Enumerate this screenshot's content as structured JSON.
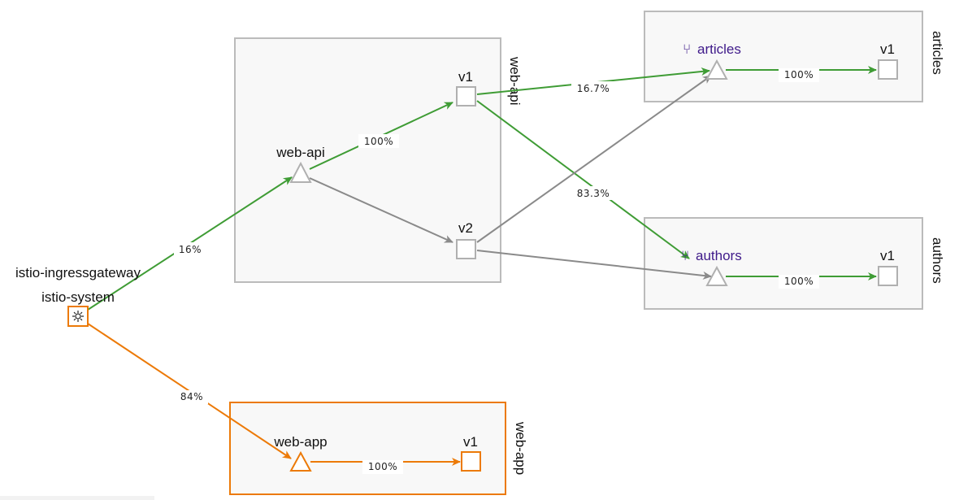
{
  "colors": {
    "healthy_edge": "#3f9c35",
    "idle_edge": "#8a8a8a",
    "warning": "#ec7a08",
    "box_border": "#bbbbbb",
    "box_fill": "#f8f8f8",
    "service_label": "#3f1a8a",
    "node_border": "#b0b0b0"
  },
  "namespaces": [
    {
      "id": "web-api",
      "label": "web-api"
    },
    {
      "id": "articles",
      "label": "articles"
    },
    {
      "id": "authors",
      "label": "authors"
    },
    {
      "id": "web-app",
      "label": "web-app"
    }
  ],
  "nodes": {
    "gateway": {
      "label_line1": "istio-ingressgateway",
      "label_line2": "istio-system",
      "icon": "gateway-icon"
    },
    "web_api_service": {
      "label": "web-api"
    },
    "web_api_v1": {
      "label": "v1"
    },
    "web_api_v2": {
      "label": "v2"
    },
    "articles_service": {
      "label": "articles",
      "icon": "virtual-service-icon"
    },
    "articles_v1": {
      "label": "v1"
    },
    "authors_service": {
      "label": "authors",
      "icon": "virtual-service-icon"
    },
    "authors_v1": {
      "label": "v1"
    },
    "web_app_service": {
      "label": "web-app"
    },
    "web_app_v1": {
      "label": "v1"
    }
  },
  "edges": [
    {
      "id": "gw-webapi",
      "from": "gateway",
      "to": "web-api",
      "label": "16%",
      "status": "healthy"
    },
    {
      "id": "webapi-v1",
      "from": "web-api",
      "to": "v1",
      "label": "100%",
      "status": "healthy"
    },
    {
      "id": "webapi-v2",
      "from": "web-api",
      "to": "v2",
      "label": "",
      "status": "idle"
    },
    {
      "id": "v1-articles",
      "from": "web-api v1",
      "to": "articles",
      "label": "16.7%",
      "status": "healthy"
    },
    {
      "id": "v1-authors",
      "from": "web-api v1",
      "to": "authors",
      "label": "83.3%",
      "status": "healthy"
    },
    {
      "id": "v2-articles",
      "from": "web-api v2",
      "to": "articles",
      "label": "",
      "status": "idle"
    },
    {
      "id": "v2-authors",
      "from": "web-api v2",
      "to": "authors",
      "label": "",
      "status": "idle"
    },
    {
      "id": "articles-v1",
      "from": "articles",
      "to": "v1",
      "label": "100%",
      "status": "healthy"
    },
    {
      "id": "authors-v1",
      "from": "authors",
      "to": "v1",
      "label": "100%",
      "status": "healthy"
    },
    {
      "id": "gw-webapp",
      "from": "gateway",
      "to": "web-app",
      "label": "84%",
      "status": "warning"
    },
    {
      "id": "webapp-v1",
      "from": "web-app",
      "to": "v1",
      "label": "100%",
      "status": "warning"
    }
  ]
}
